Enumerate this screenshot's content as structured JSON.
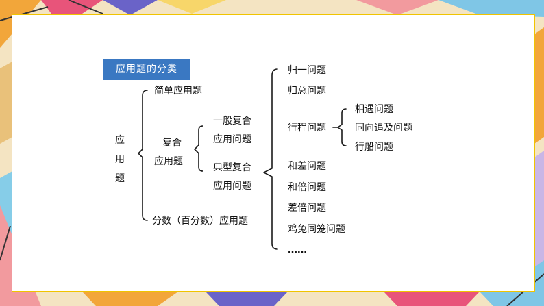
{
  "colors": {
    "title_bg": "#3a78c2",
    "title_text": "#ffffff",
    "card_border": "#f0c400",
    "bracket": "#1a1a1a"
  },
  "diagram": {
    "title": "应用题的分类",
    "root": [
      "应",
      "用",
      "题"
    ],
    "simple": "简单应用题",
    "compound": [
      "复合",
      "应用题"
    ],
    "general": [
      "一般复合",
      "应用问题"
    ],
    "typical": [
      "典型复合",
      "应用问题"
    ],
    "fraction": "分数（百分数）应用题",
    "problems": [
      "归一问题",
      "归总问题",
      "行程问题",
      "和差问题",
      "和倍问题",
      "差倍问题",
      "鸡兔同笼问题",
      "……"
    ],
    "travel_sub": [
      "相遇问题",
      "同向追及问题",
      "行船问题"
    ]
  }
}
